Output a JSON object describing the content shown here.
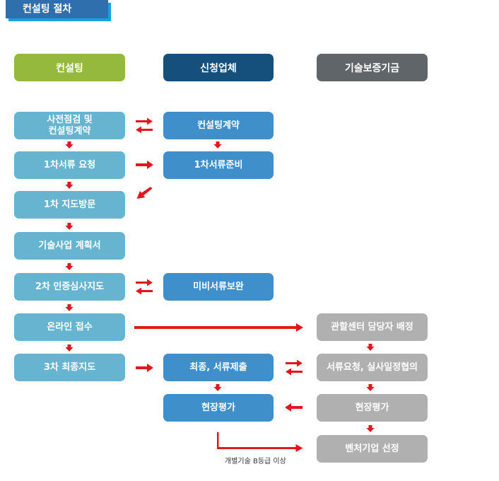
{
  "page_title": "컨설팅 절차",
  "columns": {
    "consulting": "컨설팅",
    "applicant": "신청업체",
    "fund": "기술보증기금"
  },
  "steps": {
    "c1_1_line1": "사전점검 및",
    "c1_1_line2": "컨설팅계약",
    "c1_2": "1차서류 요청",
    "c1_3": "1차 지도방문",
    "c1_4": "기술사업 계획서",
    "c1_5": "2차 인증심사지도",
    "c1_6": "온라인 접수",
    "c1_7": "3차 최종지도",
    "c2_1": "컨설팅계약",
    "c2_2": "1차서류준비",
    "c2_3": "미비서류보완",
    "c2_4": "최종, 서류제출",
    "c2_5": "현장평가",
    "c3_1": "관할센터 담당자 배정",
    "c3_2": "서류요청, 실사일정협의",
    "c3_3": "현장평가",
    "c3_4": "벤처기업 선정"
  },
  "note": "개별기술 B등급 이상",
  "colors": {
    "consulting_header": "#95b93d",
    "applicant_header": "#15507c",
    "fund_header": "#5f6568",
    "arrow": "#e0181e"
  }
}
